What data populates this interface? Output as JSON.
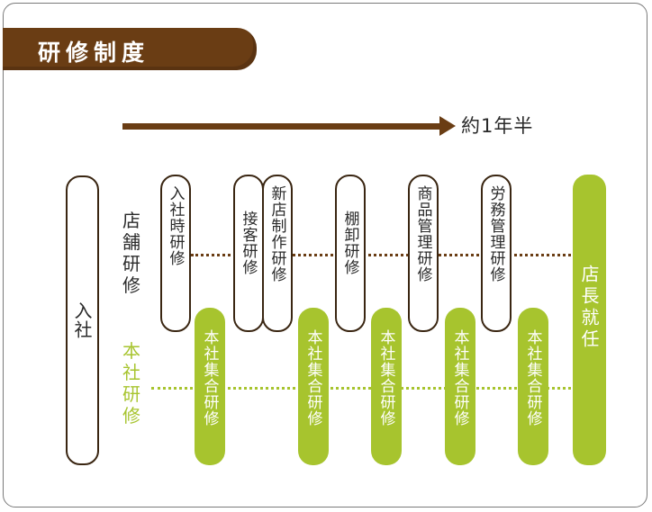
{
  "title": "研修制度",
  "arrow_label": "約1年半",
  "labels": {
    "entry": "入社",
    "store_training": [
      "店",
      "舗",
      "研",
      "修"
    ],
    "hq_training": [
      "本",
      "社",
      "研",
      "修"
    ],
    "store_manager": "店長就任"
  },
  "store_pills": [
    "入社時研修",
    "接客研修",
    "新店制作研修",
    "棚卸研修",
    "商品管理研修",
    "労務管理研修"
  ],
  "hq_pills": [
    "本社集合研修",
    "本社集合研修",
    "本社集合研修",
    "本社集合研修",
    "本社集合研修"
  ],
  "colors": {
    "brown": "#6a3d14",
    "green": "#a7c42e"
  }
}
